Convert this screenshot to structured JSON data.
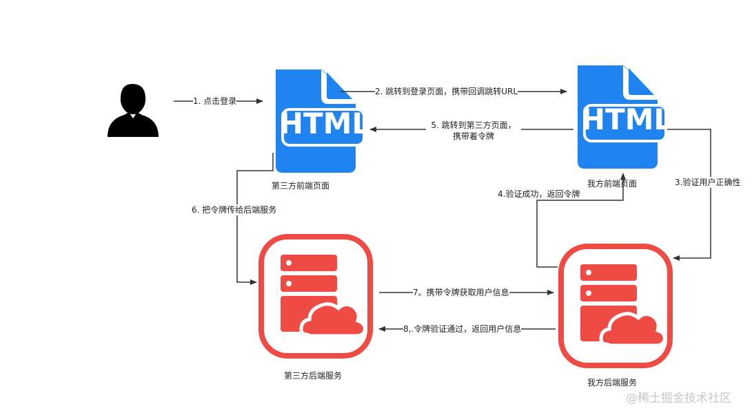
{
  "nodes": {
    "user": {
      "label": ""
    },
    "third_party_frontend": {
      "label": "第三方前端页面",
      "icon_text": "HTML"
    },
    "my_frontend": {
      "label": "我方前端页面",
      "icon_text": "HTML"
    },
    "third_party_backend": {
      "label": "第三方后端服务"
    },
    "my_backend": {
      "label": "我方后端服务"
    }
  },
  "edges": {
    "e1": "1. 点击登录",
    "e2": "2. 跳转到登录页面，携带回调跳转URL",
    "e3": "3.验证用户正确性",
    "e4": "4.验证成功，返回令牌",
    "e5_line1": "5. 跳转到第三方页面，",
    "e5_line2": "携带着令牌",
    "e6": "6. 把令牌传给后端服务",
    "e7": "7。携带令牌获取用户信息",
    "e8": "8,.令牌验证通过，返回用户信息"
  },
  "watermark": "@稀土掘金技术社区",
  "colors": {
    "html_blue": "#1f83f0",
    "server_red": "#ef4b45",
    "line": "#333333",
    "user": "#000000"
  },
  "icons": [
    "user-silhouette-icon",
    "html-file-icon",
    "cloud-server-icon"
  ]
}
